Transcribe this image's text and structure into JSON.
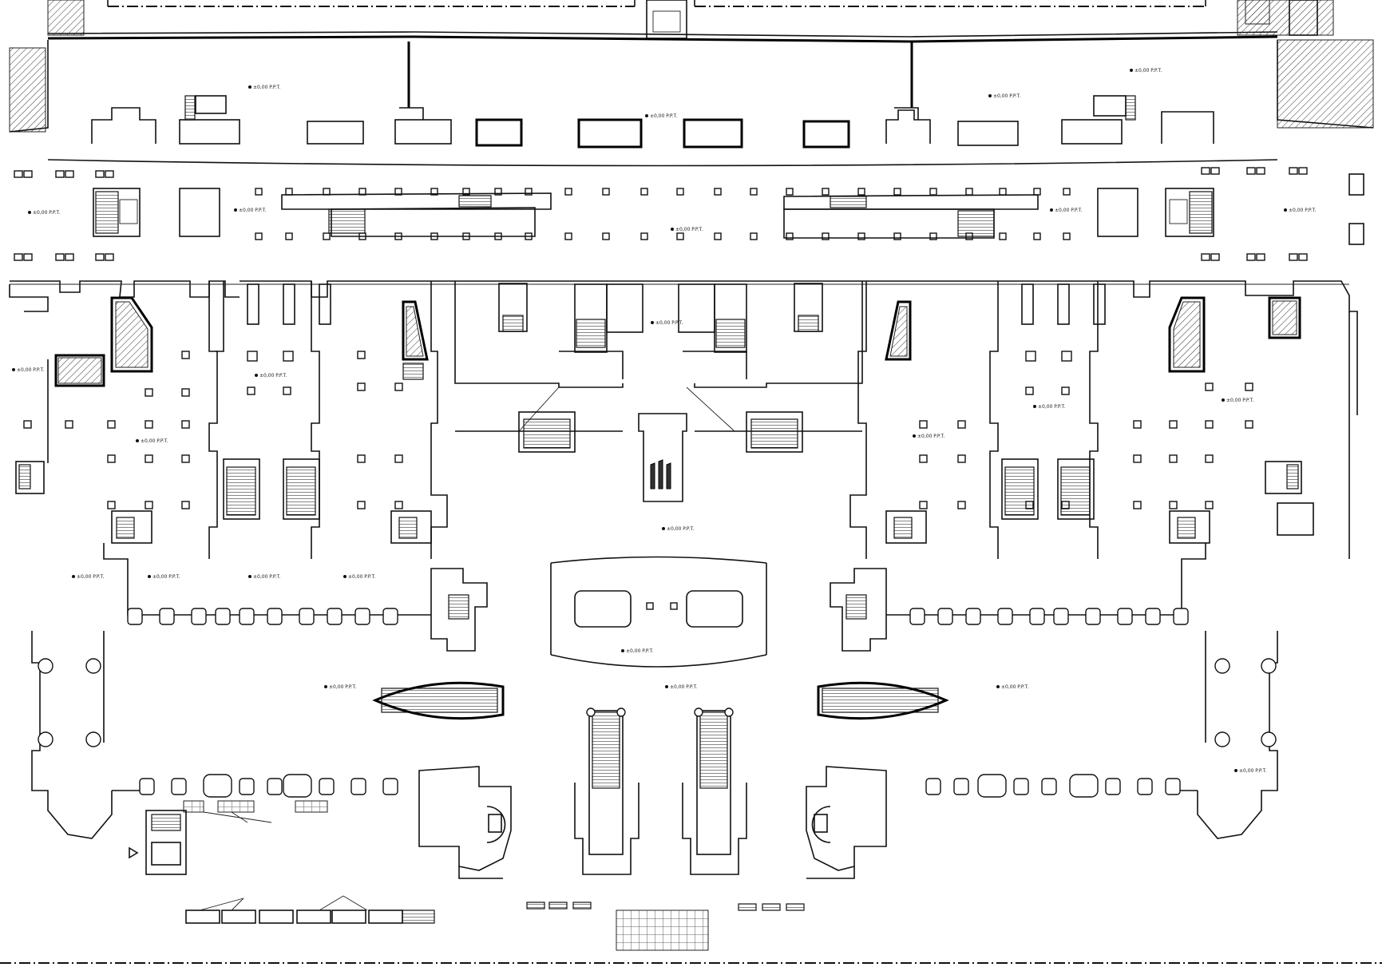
{
  "plan": {
    "elevation_labels": [
      "±0,00 P.P.T.",
      "±0,00 P.P.T.",
      "±0,00 P.P.T.",
      "±0,00 P.P.T.",
      "±0,00 P.P.T.",
      "±0,00 P.P.T.",
      "±0,00 P.P.T.",
      "±0,00 P.P.T.",
      "±0,00 P.P.T.",
      "±0,00 P.P.T.",
      "±0,00 P.P.T.",
      "±0,00 P.P.T.",
      "±0,00 P.P.T.",
      "±0,00 P.P.T.",
      "±0,00 P.P.T.",
      "±0,00 P.P.T.",
      "±0,00 P.P.T.",
      "±0,00 P.P.T.",
      "±0,00 P.P.T.",
      "±0,00 P.P.T.",
      "±0,00 P.P.T.",
      "±0,00 P.P.T.",
      "±0,00 P.P.T.",
      "±0,00 P.P.T.",
      "±0,00 P.P.T.",
      "±0,00 P.P.T."
    ],
    "line_color": "#111111",
    "background": "#ffffff"
  }
}
